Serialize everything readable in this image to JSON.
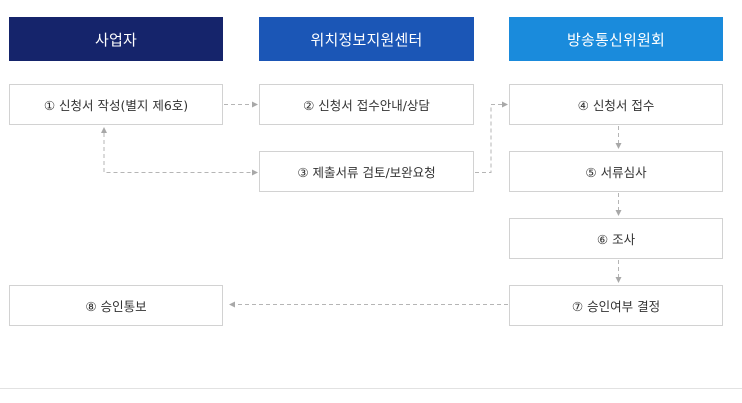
{
  "headers": {
    "business": "사업자",
    "location_center": "위치정보지원센터",
    "kcc": "방송통신위원회"
  },
  "steps": {
    "s1": "① 신청서 작성(별지 제6호)",
    "s2": "② 신청서 접수안내/상담",
    "s3": "③ 제출서류 검토/보완요청",
    "s4": "④ 신청서 접수",
    "s5": "⑤ 서류심사",
    "s6": "⑥ 조사",
    "s7": "⑦ 승인여부 결정",
    "s8": "⑧ 승인통보"
  },
  "colors": {
    "header_business": "#15246b",
    "header_center": "#1b56b6",
    "header_kcc": "#1a8bdc",
    "connector": "#b5b5b5"
  }
}
